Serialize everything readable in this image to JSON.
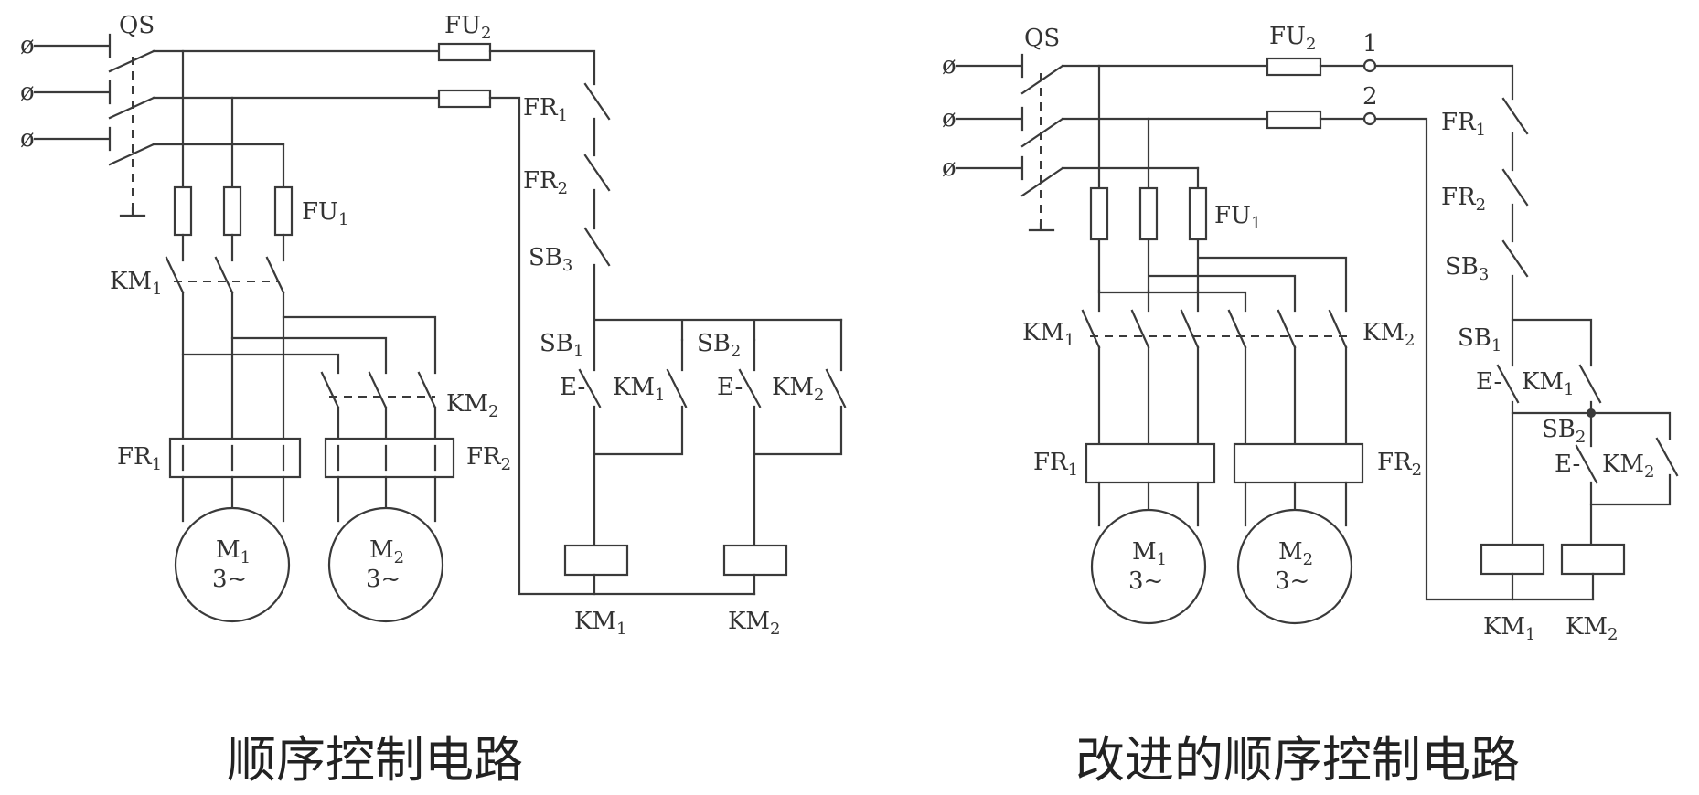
{
  "left": {
    "caption": "顺序控制电路",
    "labels": {
      "qs": "QS",
      "fu1": "FU",
      "fu1_sub": "1",
      "fu2": "FU",
      "fu2_sub": "2",
      "km1": "KM",
      "km1_sub": "1",
      "km2": "KM",
      "km2_sub": "2",
      "fr1": "FR",
      "fr1_sub": "1",
      "fr2": "FR",
      "fr2_sub": "2",
      "sb1": "SB",
      "sb1_sub": "1",
      "sb2": "SB",
      "sb2_sub": "2",
      "sb3": "SB",
      "sb3_sub": "3",
      "m1": "M",
      "m1_sub": "1",
      "m2": "M",
      "m2_sub": "2",
      "phase": "3~"
    }
  },
  "right": {
    "caption": "改进的顺序控制电路",
    "labels": {
      "qs": "QS",
      "fu1": "FU",
      "fu1_sub": "1",
      "fu2": "FU",
      "fu2_sub": "2",
      "km1": "KM",
      "km1_sub": "1",
      "km2": "KM",
      "km2_sub": "2",
      "fr1": "FR",
      "fr1_sub": "1",
      "fr2": "FR",
      "fr2_sub": "2",
      "sb1": "SB",
      "sb1_sub": "1",
      "sb2": "SB",
      "sb2_sub": "2",
      "sb3": "SB",
      "sb3_sub": "3",
      "m1": "M",
      "m1_sub": "1",
      "m2": "M",
      "m2_sub": "2",
      "phase": "3~",
      "node1": "1",
      "node2": "2"
    }
  },
  "colors": {
    "line": "#3a3a3a",
    "text": "#333333",
    "background": "#ffffff"
  }
}
